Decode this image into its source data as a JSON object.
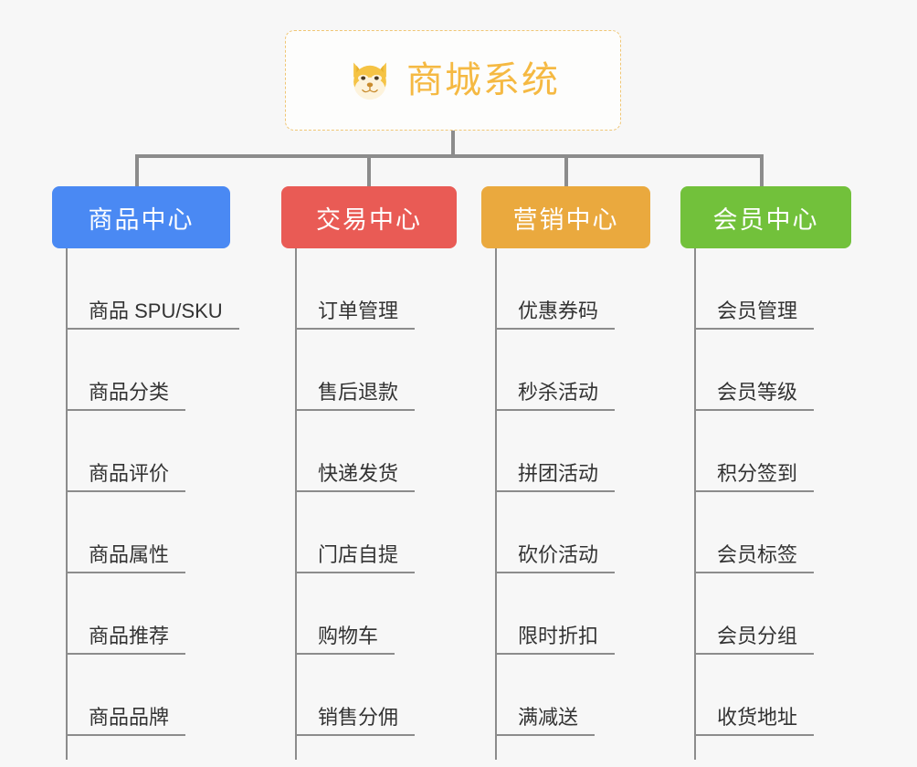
{
  "root": {
    "title": "商城系统",
    "icon": "dog-face-emoji",
    "border_color": "#f0c675",
    "text_color": "#f5b942"
  },
  "branches": [
    {
      "label": "商品中心",
      "color": "#4a89f3",
      "items": [
        "商品 SPU/SKU",
        "商品分类",
        "商品评价",
        "商品属性",
        "商品推荐",
        "商品品牌"
      ]
    },
    {
      "label": "交易中心",
      "color": "#e95b55",
      "items": [
        "订单管理",
        "售后退款",
        "快递发货",
        "门店自提",
        "购物车",
        "销售分佣"
      ]
    },
    {
      "label": "营销中心",
      "color": "#eaa93e",
      "items": [
        "优惠券码",
        "秒杀活动",
        "拼团活动",
        "砍价活动",
        "限时折扣",
        "满减送"
      ]
    },
    {
      "label": "会员中心",
      "color": "#72c13b",
      "items": [
        "会员管理",
        "会员等级",
        "积分签到",
        "会员标签",
        "会员分组",
        "收货地址"
      ]
    }
  ],
  "theme": {
    "background": "#f7f7f7",
    "connector_color": "#8c8c8c",
    "leaf_text_color": "#333333"
  }
}
